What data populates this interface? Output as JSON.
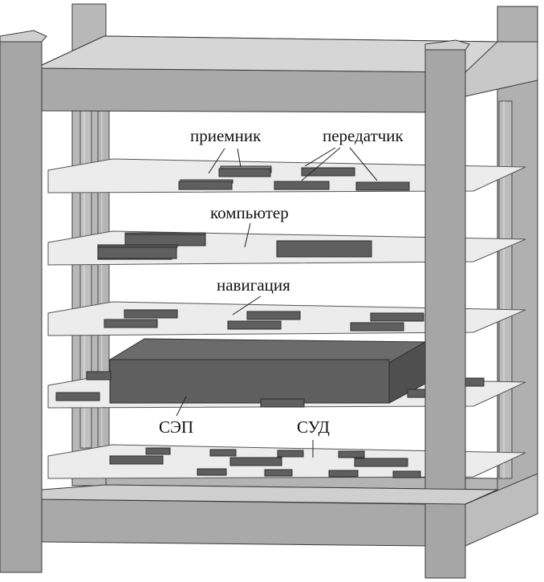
{
  "labels": {
    "receiver": "приемник",
    "transmitter": "передатчик",
    "computer": "компьютер",
    "navigation": "навигация",
    "power_system": "СЭП",
    "attitude_control": "СУД"
  },
  "colors": {
    "frame_front": "#a9a9a9",
    "frame_side": "#c4c4c4",
    "frame_top": "#d6d6d6",
    "shelf": "#ececec",
    "component": "#5f5f5f",
    "component_top": "#8a8a8a",
    "outline": "#3a3a3a"
  }
}
